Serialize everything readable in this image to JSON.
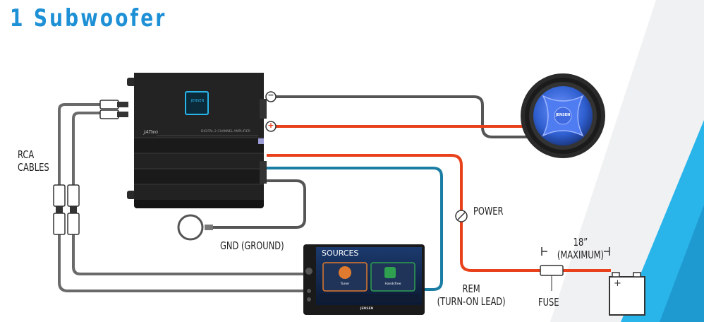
{
  "title": "1 Subwoofer",
  "labels": {
    "rca_line1": "RCA",
    "rca_line2": "CABLES",
    "power": "POWER",
    "gnd": "GND (GROUND)",
    "rem_line1": "REM",
    "rem_line2": "(TURN-ON LEAD)",
    "fuse": "FUSE",
    "length_line1": "18”",
    "length_line2": "(MAXIMUM)"
  },
  "amplifier": {
    "brand": "JENSEN",
    "model": "JATwo",
    "description": "DIGITAL 2 CHANNEL AMPLIFIER"
  },
  "subwoofer": {
    "brand": "JENSEN"
  },
  "head_unit": {
    "screen_title": "SOURCES",
    "tiles": [
      "Tuner",
      "Handsfree"
    ],
    "brand": "JENSEN"
  },
  "terminals": {
    "negative": "−",
    "positive": "+"
  },
  "battery": {
    "positive": "+"
  },
  "colors": {
    "title": "#1e90d6",
    "power_wire": "#e8411c",
    "rem_wire": "#1a7da3",
    "ground_wire": "#555555",
    "speaker_cone": "#2f5fd0",
    "accent_stripe": "#2ab3e8"
  }
}
